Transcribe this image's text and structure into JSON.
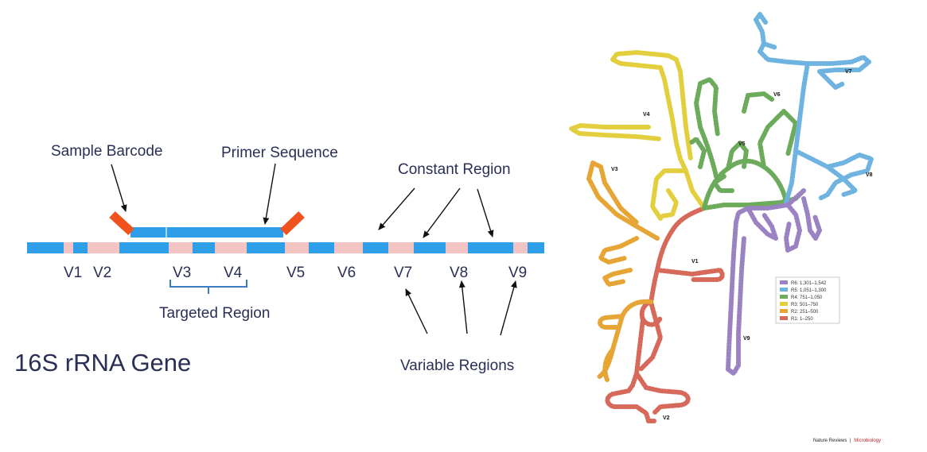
{
  "gene_diagram": {
    "title": "16S rRNA Gene",
    "sample_barcode_label": "Sample Barcode",
    "primer_sequence_label": "Primer Sequence",
    "constant_region_label": "Constant Region",
    "targeted_region_label": "Targeted Region",
    "variable_regions_label": "Variable Regions",
    "variable_region_names": [
      "V1",
      "V2",
      "V3",
      "V4",
      "V5",
      "V6",
      "V7",
      "V8",
      "V9"
    ],
    "colors": {
      "gene_blue": "#2f9ee8",
      "variable_pink": "#f2c4c4",
      "barcode_orange": "#f0521e",
      "text_navy": "#2a2f55"
    }
  },
  "structure_diagram": {
    "region_labels": [
      "V1",
      "V2",
      "V3",
      "V4",
      "V5",
      "V6",
      "V7",
      "V8",
      "V9"
    ],
    "legend": [
      {
        "label": "R6: 1,301–1,542",
        "color": "#9b82c2"
      },
      {
        "label": "R5: 1,051–1,300",
        "color": "#6fb4e0"
      },
      {
        "label": "R4: 751–1,050",
        "color": "#6cab5c"
      },
      {
        "label": "R3: 501–750",
        "color": "#e3cf3e"
      },
      {
        "label": "R2: 251–500",
        "color": "#e6a534"
      },
      {
        "label": "R1: 1–250",
        "color": "#d6695a"
      }
    ],
    "credit_journal": "Nature Reviews",
    "credit_separator": "|",
    "credit_section": "Microbiology",
    "credit_section_color": "#c0272d"
  }
}
